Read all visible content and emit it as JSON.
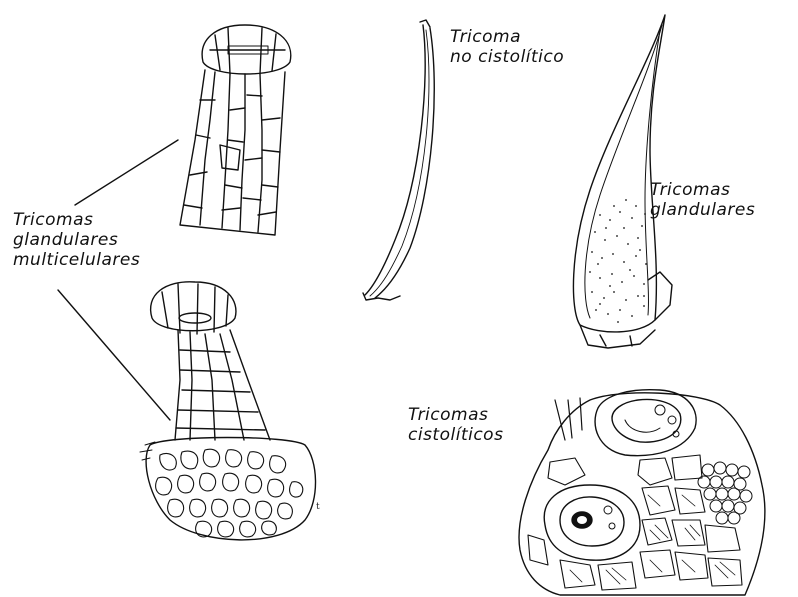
{
  "labels": {
    "multicellular": [
      "Tricomas",
      "glandulares",
      "multicelulares"
    ],
    "non_cystolithic": [
      "Tricoma",
      "no cistolítico"
    ],
    "glandular": [
      "Tricomas",
      "glandulares"
    ],
    "cystolithic": [
      "Tricomas",
      "cistolíticos"
    ]
  },
  "marks": {
    "t": "t"
  },
  "colors": {
    "ink": "#111111",
    "background": "#ffffff"
  }
}
